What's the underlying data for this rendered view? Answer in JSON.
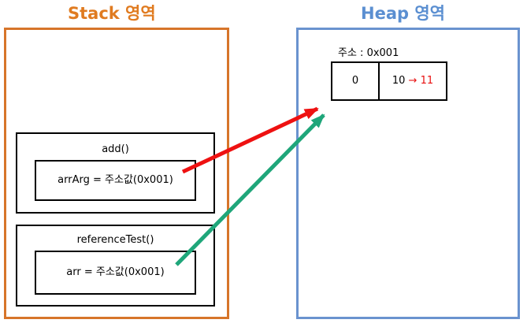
{
  "stack": {
    "title": "Stack 영역",
    "frames": [
      {
        "name": "add()",
        "variable": "arrArg = 주소값(0x001)"
      },
      {
        "name": "referenceTest()",
        "variable": "arr = 주소값(0x001)"
      }
    ]
  },
  "heap": {
    "title": "Heap 영역",
    "address_label": "주소 : 0x001",
    "cells": [
      {
        "value": "0"
      },
      {
        "old_value": "10",
        "arrow": "→",
        "new_value": "11"
      }
    ]
  },
  "colors": {
    "stack_border": "#d7752a",
    "heap_border": "#6a93cf",
    "arrow_arrArg": "#ee1111",
    "arrow_arr": "#1fa67a",
    "changed_value": "#e81010"
  }
}
